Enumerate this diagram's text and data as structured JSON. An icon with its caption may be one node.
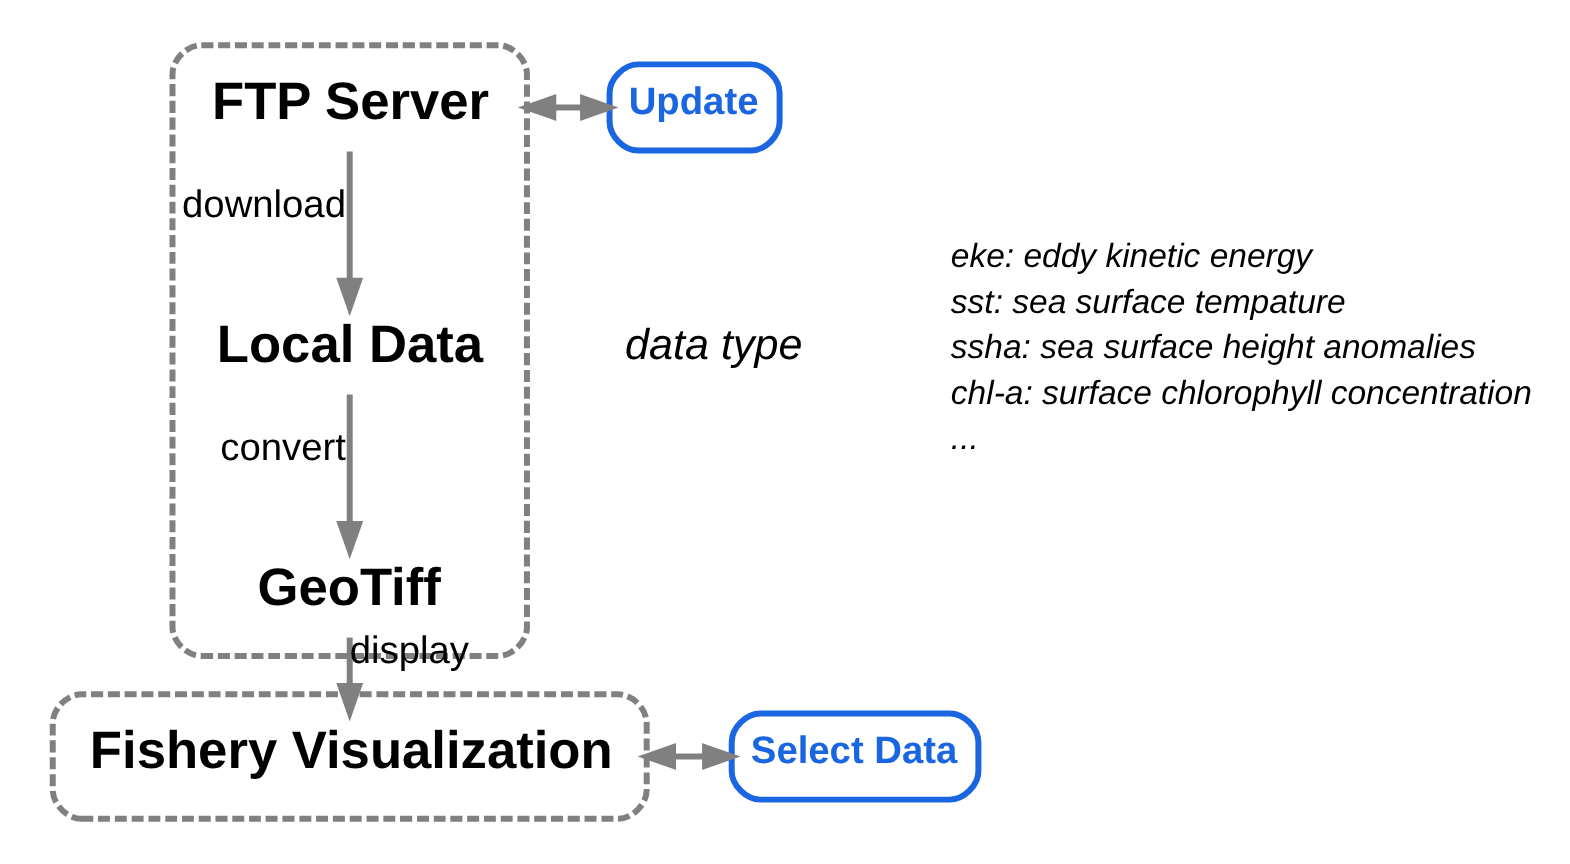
{
  "diagram": {
    "nodes": [
      {
        "text": [],
        "shape": "box"
      },
      {
        "text": [
          "FTP Server"
        ],
        "in": 0
      },
      {
        "text": [
          "Local Data"
        ],
        "in": 0
      },
      {
        "text": [
          "GeoTiff"
        ],
        "in": 0
      },
      {
        "text": [
          "Update"
        ]
      },
      {
        "text": [],
        "shape": "box"
      },
      {
        "text": [
          "Fishery Visualization"
        ],
        "in": 5
      },
      {
        "text": [
          "Select Data"
        ]
      }
    ],
    "edges": [
      {
        "from": 0,
        "to": 4,
        "arrow": "both"
      },
      {
        "from": 1,
        "to": 2,
        "arrow": "to",
        "label": "download"
      },
      {
        "from": 2,
        "to": 3,
        "arrow": "to",
        "label": "convert"
      },
      {
        "from": 3,
        "to": 6,
        "arrow": "to",
        "label": "display"
      },
      {
        "from": 5,
        "to": 7,
        "arrow": "both"
      }
    ],
    "labels": [
      "data type",
      "eke: eddy kinetic energy",
      "sst: sea surface tempature",
      "ssha: sea surface height anomalies",
      "chl-a: surface chlorophyll concentration",
      "..."
    ]
  }
}
